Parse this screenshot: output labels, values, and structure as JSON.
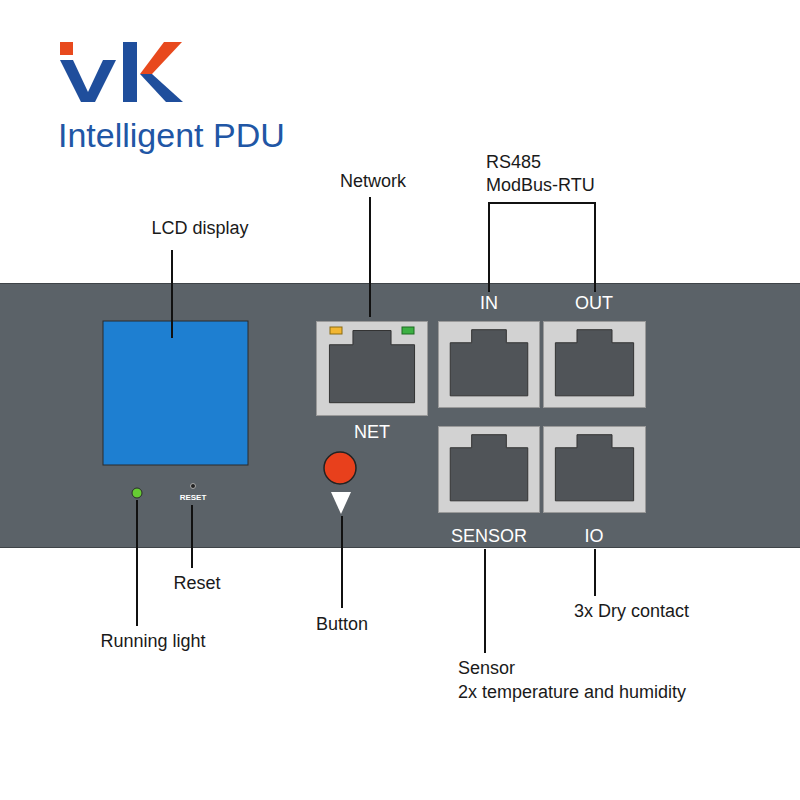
{
  "diagram": {
    "title": "Intelligent PDU",
    "nodes": [
      {
        "text": [
          "RESET"
        ]
      },
      {
        "text": [
          "NET"
        ],
        "in": 0
      },
      {
        "text": [
          "IN"
        ],
        "in": 0
      },
      {
        "text": [
          "OUT"
        ],
        "in": 0
      },
      {
        "text": [
          "SENSOR"
        ],
        "in": 0
      },
      {
        "text": [
          "IO"
        ],
        "in": 0
      }
    ],
    "labels": [
      "LCD display",
      "Network",
      "RS485",
      "ModBus-RTU",
      "Running light",
      "Reset",
      "Button",
      "3x Dry contact",
      "Sensor",
      "2x temperature and humidity"
    ]
  }
}
